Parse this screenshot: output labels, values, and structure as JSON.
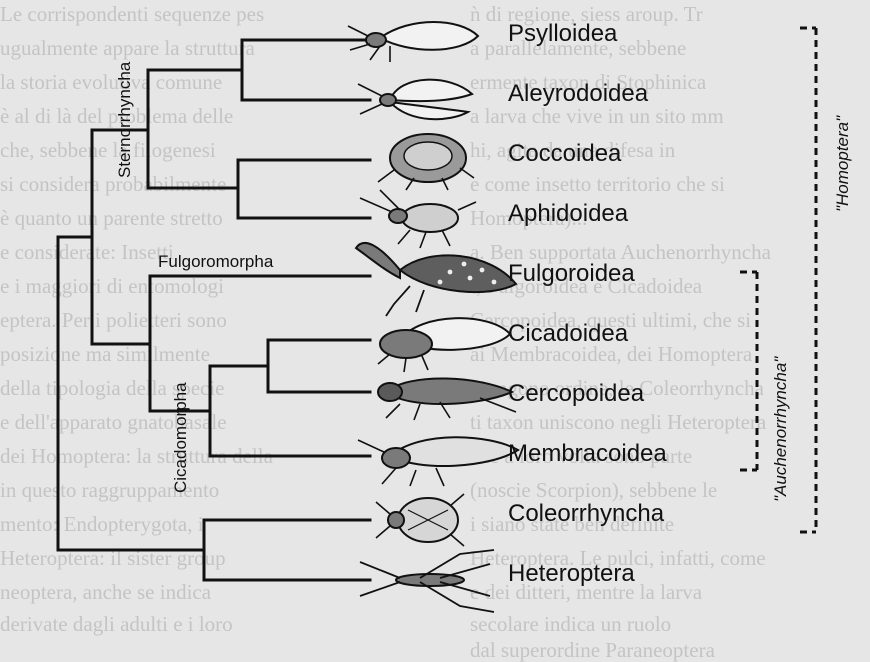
{
  "background_text": [
    "ǹ di regione, siess aroup. Tr",
    "a parallelamente, sebbene",
    "ermente taxon di Stophinica",
    "a larva che vive in un sito mm",
    "hi, agita da una difesa in",
    "e come insetto territorio che si",
    "Homoptera)...",
    "a. Ben supportata Auchenorrhyncha",
    "t, Fulgoroidea e Cicadoidea",
    "Cercopoidea, questi ultimi, che si",
    "ai Membracoidea, dei Homoptera",
    "giungono ordine, le Coleorrhyncha",
    "ti taxon uniscono negli Heteroptera",
    "che a loro volta sono parte",
    "(noscie Scorpion), sebbene le",
    "i siano state ben definite",
    "Heteroptera. Le pulci, infatti, come",
    "e dei ditteri, mentre la larva",
    "secolare indica un ruolo",
    "dal superordine Paraneoptera",
    "Le corrispondenti sequenze pes",
    "ugualmente appare la struttura",
    "la storia evolutiva comune",
    "è al di là del problema delle",
    "che, sebbene la filogenesi",
    "si considera probabilmente",
    "è quanto un parente stretto",
    "e considerate: Insetti",
    "e i maggiori di entomologi",
    "eptera. Per i polietteri sono",
    "posizione ma similmente",
    "della tipologia della specie",
    "e dell'apparato gnatobasale",
    "dei Homoptera: la struttura della",
    "in questo raggruppamento",
    "mento: Endopterygota, i",
    "Heteroptera: il sister group",
    "neoptera, anche se indica",
    "derivate dagli adulti e i loro"
  ],
  "clades": {
    "sternorrhyncha": "Sternorrhyncha",
    "fulgoromorpha": "Fulgoromorpha",
    "cicadomorpha": "Cicadomorpha"
  },
  "taxa": [
    {
      "name": "Psylloidea",
      "icon": "psyllid-icon"
    },
    {
      "name": "Aleyrodoidea",
      "icon": "whitefly-icon"
    },
    {
      "name": "Coccoidea",
      "icon": "scale-insect-icon"
    },
    {
      "name": "Aphidoidea",
      "icon": "aphid-icon"
    },
    {
      "name": "Fulgoroidea",
      "icon": "lanternfly-icon"
    },
    {
      "name": "Cicadoidea",
      "icon": "cicada-icon"
    },
    {
      "name": "Cercopoidea",
      "icon": "froghopper-icon"
    },
    {
      "name": "Membracoidea",
      "icon": "leafhopper-icon"
    },
    {
      "name": "Coleorrhyncha",
      "icon": "moss-bug-icon"
    },
    {
      "name": "Heteroptera",
      "icon": "true-bug-icon"
    }
  ],
  "groups": {
    "auchenorrhyncha": "\"Auchenorrhyncha\"",
    "homoptera": "\"Homoptera\""
  },
  "colors": {
    "background": "#e6e6e6",
    "background_text": "#c4c4c4",
    "lines": "#111111",
    "insect_fill": "#7a7a7a",
    "insect_wing": "#f2f2f2"
  }
}
